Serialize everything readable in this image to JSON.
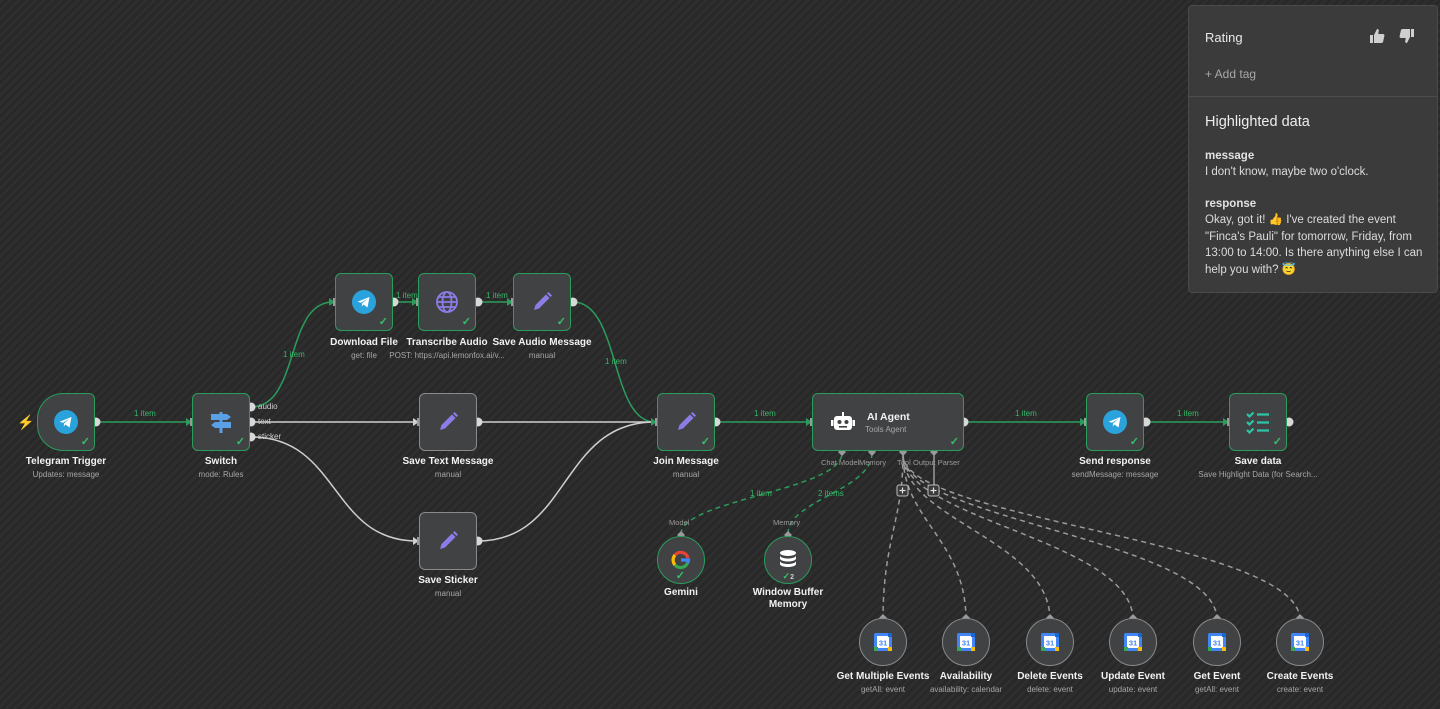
{
  "nodes": {
    "telegram_trigger": {
      "title": "Telegram Trigger",
      "sub": "Updates: message"
    },
    "switch": {
      "title": "Switch",
      "sub": "mode: Rules",
      "outputs": [
        "audio",
        "text",
        "sticker"
      ]
    },
    "download_file": {
      "title": "Download File",
      "sub": "get: file"
    },
    "transcribe_audio": {
      "title": "Transcribe Audio",
      "sub": "POST: https://api.lemonfox.ai/v..."
    },
    "save_audio_message": {
      "title": "Save Audio Message",
      "sub": "manual"
    },
    "save_text_message": {
      "title": "Save Text Message",
      "sub": "manual"
    },
    "save_sticker": {
      "title": "Save Sticker",
      "sub": "manual"
    },
    "join_message": {
      "title": "Join Message",
      "sub": "manual"
    },
    "ai_agent": {
      "title": "AI Agent",
      "sub": "Tools Agent",
      "slots": [
        "Chat Model",
        "Memory",
        "Tool",
        "Output Parser"
      ]
    },
    "send_response": {
      "title": "Send response",
      "sub": "sendMessage: message"
    },
    "save_data": {
      "title": "Save data",
      "sub": "Save Highlight Data (for Search..."
    },
    "gemini": {
      "title": "Gemini",
      "slot_label": "Model"
    },
    "window_buffer_memory": {
      "title": "Window Buffer Memory",
      "slot_label": "Memory",
      "badge": "2"
    },
    "get_multiple_events": {
      "title": "Get Multiple Events",
      "sub": "getAll: event"
    },
    "availability": {
      "title": "Availability",
      "sub": "availability: calendar"
    },
    "delete_events": {
      "title": "Delete Events",
      "sub": "delete: event"
    },
    "update_event": {
      "title": "Update Event",
      "sub": "update: event"
    },
    "get_event": {
      "title": "Get Event",
      "sub": "getAll: event"
    },
    "create_events": {
      "title": "Create Events",
      "sub": "create: event"
    }
  },
  "edge_labels": {
    "trigger_switch": "1 item",
    "switch_download": "1 item",
    "download_transcribe": "1 item",
    "transcribe_saveaudio": "1 item",
    "saveaudio_join": "1 item",
    "join_agent": "1 item",
    "agent_send": "1 item",
    "send_save": "1 item",
    "gemini_agent": "1 item",
    "memory_agent": "2 items"
  },
  "panel": {
    "rating_label": "Rating",
    "add_tag": "+ Add tag",
    "highlighted_title": "Highlighted data",
    "message_key": "message",
    "message_value": "I don't know, maybe two o'clock.",
    "response_key": "response",
    "response_value": "Okay, got it! 👍 I've created the event \"Finca's Pauli\" for tomorrow, Friday, from 13:00 to 14:00. Is there anything else I can help you with? 😇"
  },
  "colors": {
    "success": "#2a9d5c",
    "background": "#2b2b2b",
    "node": "#414244",
    "telegram": "#2aa3dc",
    "purple": "#8b7ce8",
    "teal": "#2ec4a8"
  },
  "icons": {
    "trigger": "telegram-icon",
    "switch": "signpost-icon",
    "transcribe": "globe-icon",
    "edit": "pencil-icon",
    "agent": "robot-icon",
    "save_data": "checklist-icon",
    "gemini": "google-icon",
    "memory": "database-icon",
    "calendar": "google-calendar-icon"
  }
}
